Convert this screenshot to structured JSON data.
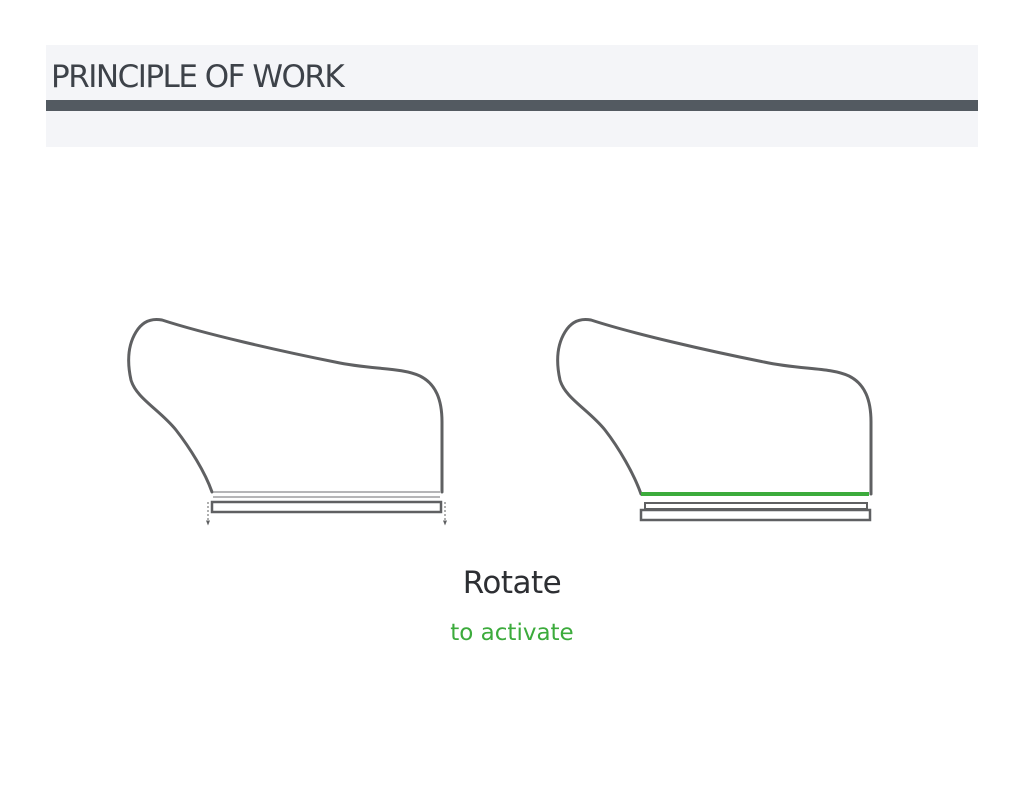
{
  "header": {
    "title": "PRINCIPLE OF WORK"
  },
  "caption": {
    "main": "Rotate",
    "sub": "to activate"
  },
  "colors": {
    "header_background": "#f4f5f8",
    "title_bar": "#535a61",
    "outline": "#5f6062",
    "activated_line": "#3cab3c"
  },
  "diagram": {
    "states": [
      "inactive",
      "activated"
    ]
  }
}
